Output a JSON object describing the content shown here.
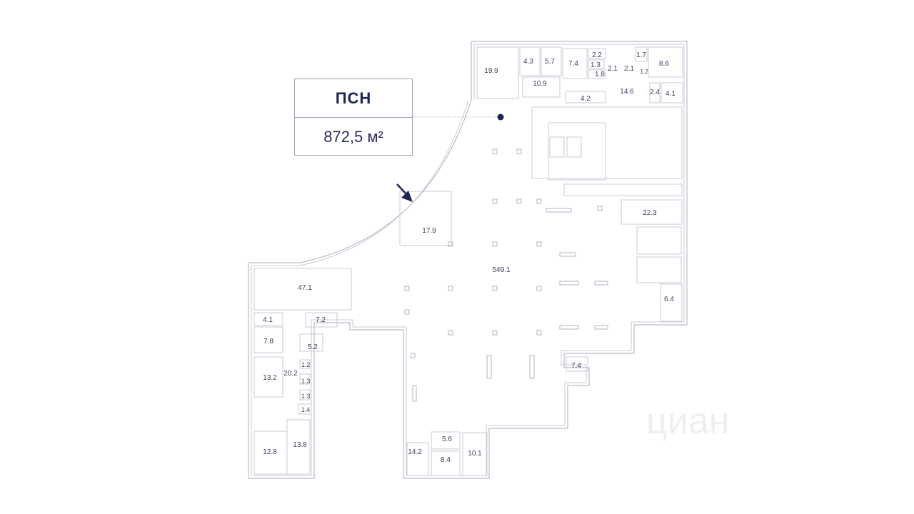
{
  "legend": {
    "type": "ПСН",
    "area": "872,5 м²"
  },
  "accent_color": "#1f2553",
  "watermark": "циан",
  "rooms": [
    "19.9",
    "4.3",
    "5.7",
    "7.4",
    "2.2",
    "1.3",
    "1.8",
    "2.1",
    "2.1",
    "1.2",
    "1.7",
    "8.6",
    "10.9",
    "4.2",
    "14.6",
    "2.4",
    "4.1",
    "22.3",
    "17.9",
    "549.1",
    "47.1",
    "6.4",
    "4.1",
    "7.2",
    "7.8",
    "5.2",
    "13.2",
    "20.2",
    "1.2",
    "1.3",
    "1.3",
    "1.4",
    "12.8",
    "13.8",
    "7.4",
    "14.2",
    "5.6",
    "8.4",
    "10.1"
  ],
  "icons": {
    "entrance": "arrow-icon",
    "marker": "dot-marker-icon"
  }
}
